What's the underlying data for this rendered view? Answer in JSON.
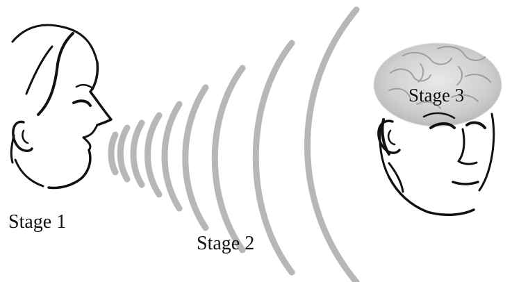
{
  "labels": {
    "stage_1": "Stage 1",
    "stage_2": "Stage 2",
    "stage_3": "Stage 3"
  },
  "colors": {
    "wave": "#b7b7b7",
    "ink": "#111111",
    "brain": "#c8c8c8",
    "background": "#ffffff"
  },
  "icons": {
    "speaker": "speaker-face-icon",
    "listener": "listener-head-icon",
    "brain": "brain-icon"
  }
}
